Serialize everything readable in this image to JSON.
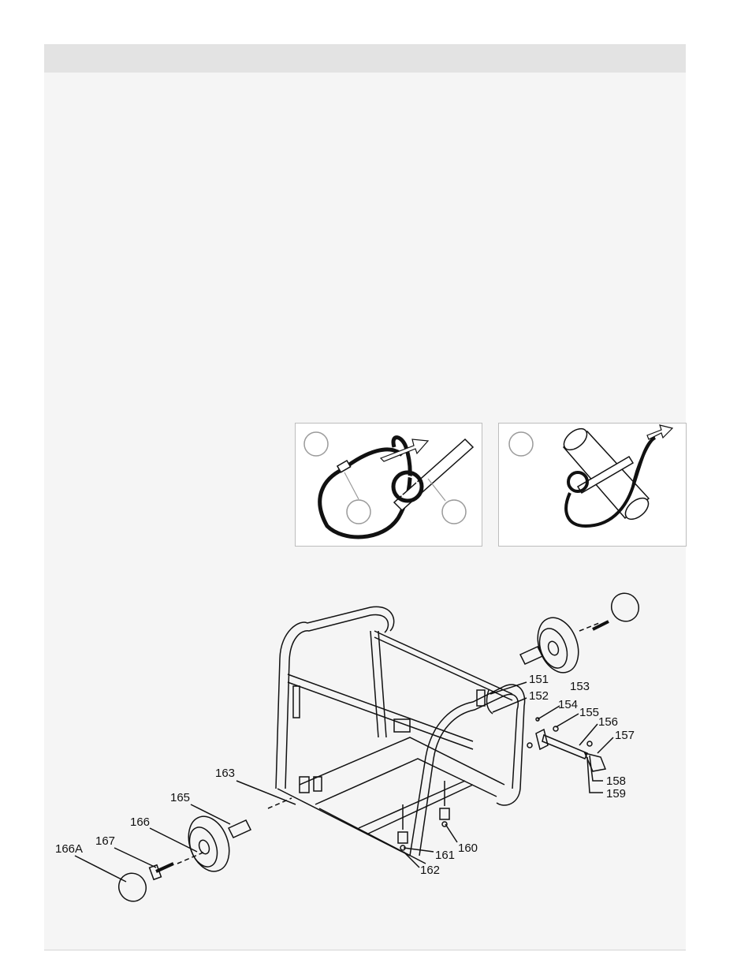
{
  "figures": {
    "lanyard_step_1": {
      "steps": [
        "",
        "",
        ""
      ]
    },
    "lanyard_step_2": {
      "steps": [
        ""
      ]
    }
  },
  "exploded_view": {
    "part_callouts": [
      {
        "id": "p151",
        "label": "151"
      },
      {
        "id": "p152",
        "label": "152"
      },
      {
        "id": "p153",
        "label": "153"
      },
      {
        "id": "p154",
        "label": "154"
      },
      {
        "id": "p155",
        "label": "155"
      },
      {
        "id": "p156",
        "label": "156"
      },
      {
        "id": "p157",
        "label": "157"
      },
      {
        "id": "p158",
        "label": "158"
      },
      {
        "id": "p159",
        "label": "159"
      },
      {
        "id": "p160",
        "label": "160"
      },
      {
        "id": "p161",
        "label": "161"
      },
      {
        "id": "p162",
        "label": "162"
      },
      {
        "id": "p163",
        "label": "163"
      },
      {
        "id": "p165",
        "label": "165"
      },
      {
        "id": "p166",
        "label": "166"
      },
      {
        "id": "p166A",
        "label": "166A"
      },
      {
        "id": "p167",
        "label": "167"
      }
    ]
  }
}
